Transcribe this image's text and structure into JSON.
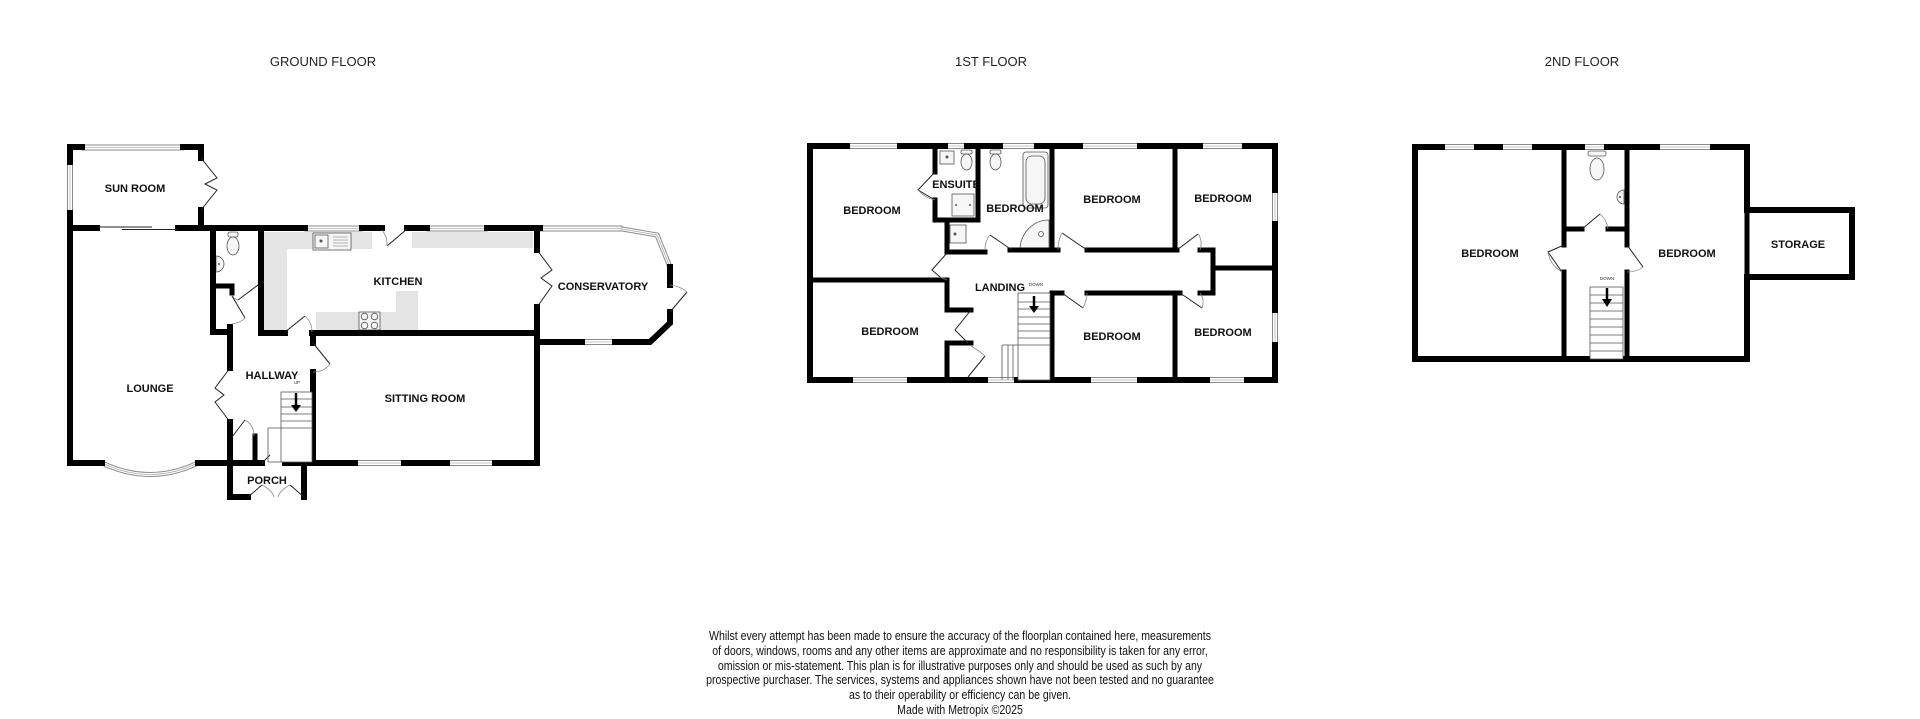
{
  "floors": {
    "ground": {
      "title": "GROUND FLOOR",
      "stairs_label": "UP",
      "rooms": {
        "sun_room": "SUN ROOM",
        "lounge": "LOUNGE",
        "kitchen": "KITCHEN",
        "conservatory": "CONSERVATORY",
        "hallway": "HALLWAY",
        "sitting_room": "SITTING ROOM",
        "porch": "PORCH"
      }
    },
    "first": {
      "title": "1ST FLOOR",
      "stairs_label": "DOWN",
      "rooms": {
        "bedroom_top_left": "BEDROOM",
        "ensuite": "ENSUITE",
        "bedroom_bath": "BEDROOM",
        "bedroom_top_middle": "BEDROOM",
        "bedroom_top_right": "BEDROOM",
        "landing": "LANDING",
        "bedroom_bottom_left": "BEDROOM",
        "bedroom_bottom_middle": "BEDROOM",
        "bedroom_bottom_right": "BEDROOM"
      }
    },
    "second": {
      "title": "2ND FLOOR",
      "stairs_label": "DOWN",
      "rooms": {
        "bedroom_left": "BEDROOM",
        "bedroom_right": "BEDROOM",
        "storage": "STORAGE"
      }
    }
  },
  "disclaimer": {
    "lines": [
      "Whilst every attempt has been made to ensure the accuracy of the floorplan contained here, measurements",
      "of doors, windows, rooms and any other items are approximate and no responsibility is taken for any error,",
      "omission or mis-statement. This plan is for illustrative purposes only and should be used as such by any",
      "prospective purchaser. The services, systems and appliances shown have not been tested and no guarantee",
      "as to their operability or efficiency can be given."
    ],
    "credit": "Made with Metropix ©2025"
  },
  "colors": {
    "wall": "#000000",
    "window": "#8a8a8a",
    "worktop": "#e4e4e4",
    "background": "#ffffff"
  }
}
